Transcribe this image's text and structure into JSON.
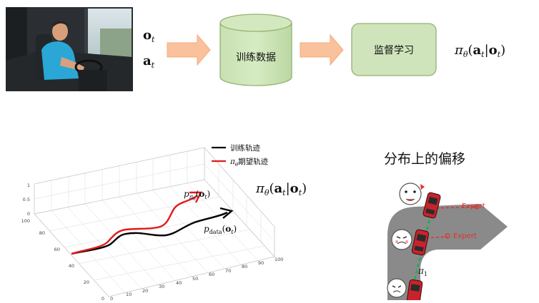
{
  "pipeline": {
    "inputs": {
      "obs": "o",
      "act": "a",
      "subscript": "t"
    },
    "train_data_label": "训练数据",
    "supervised_label": "监督学习",
    "policy": {
      "pi": "π",
      "theta": "θ",
      "open": "(",
      "a": "a",
      "t": "t",
      "bar": "|",
      "o": "o",
      "close": ")"
    }
  },
  "plot": {
    "legend": {
      "training": "训练轨迹",
      "expected_prefix": "π",
      "expected_sub": "θ",
      "expected_rest": "期望轨迹"
    },
    "label_pi": {
      "p": "p",
      "sub_pi": "π",
      "sub_theta": "θ",
      "open": "(",
      "o": "o",
      "t": "t",
      "close": ")"
    },
    "label_data": {
      "p": "p",
      "sub": "data",
      "open": "(",
      "o": "o",
      "t": "t",
      "close": ")"
    },
    "policy": {
      "pi": "π",
      "theta": "θ",
      "open": "(",
      "a": "a",
      "t": "t",
      "bar": "|",
      "o": "o",
      "close": ")"
    },
    "z_ticks": [
      "0",
      "0.5",
      "1"
    ],
    "y_ticks": [
      "0",
      "20",
      "40",
      "60",
      "80",
      "100"
    ],
    "x_ticks": [
      "0",
      "10",
      "20",
      "30",
      "40",
      "50",
      "60",
      "70",
      "80",
      "90",
      "100"
    ],
    "colors": {
      "training": "#000000",
      "expected": "#e01a1a"
    }
  },
  "drift": {
    "title": "分布上的偏移",
    "expert_labels": [
      "Expert",
      "Expert"
    ],
    "pi": "π",
    "pi_sub": "1",
    "colors": {
      "road": "#8a8a8a",
      "car": "#c8232c",
      "expert": "#e23030",
      "path": "#2aa860"
    }
  }
}
